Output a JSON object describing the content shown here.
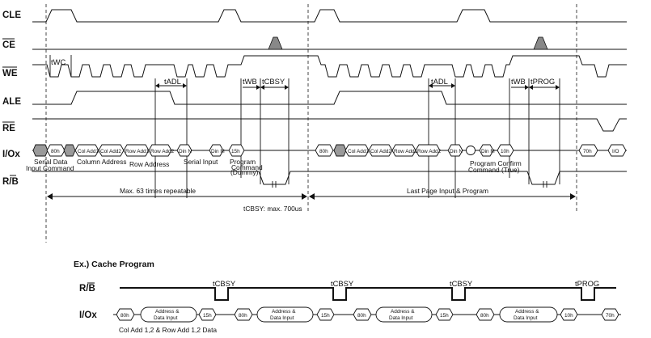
{
  "signals": {
    "cle": "CLE",
    "ce": "CE",
    "we": "WE",
    "ale": "ALE",
    "re": "RE",
    "io": "I/Ox",
    "rb": "R/B"
  },
  "timing": {
    "twc": "tWC",
    "tadl_1": "tADL",
    "twb_1": "tWB",
    "tcbsy_1": "tCBSY",
    "tadl_2": "tADL",
    "twb_2": "tWB",
    "tprog_1": "tPROG"
  },
  "bus_top": {
    "cmd_80_a": "80h",
    "col1_a": "Col Add1",
    "col2_a": "Col Add2",
    "row1_a": "Row Add1",
    "row2_a": "Row Add2",
    "din_a": "Din N",
    "dinm_a": "Din M",
    "cmd_15": "15h",
    "cmd_80_b": "80h",
    "col1_b": "Col Add1",
    "col2_b": "Col Add2",
    "row1_b": "Row Add1",
    "row2_b": "Row Add2",
    "din_b": "Din N",
    "dinm_b": "Din M",
    "cmd_10": "10h",
    "cmd_70": "70h",
    "io_out": "I/O"
  },
  "labels": {
    "serial_data_input_1": "Serial Data",
    "serial_data_input_2": "Input Command",
    "column_address": "Column Address",
    "row_address": "Row Address",
    "serial_input": "Serial Input",
    "program_command_1": "Program",
    "program_command_2": "Command",
    "program_command_3": "(Dummy)",
    "program_confirm_1": "Program Confirm",
    "program_confirm_2": "Command (True)",
    "repeat": "Max. 63 times repeatable",
    "last_page": "Last Page Input & Program",
    "tcbsy_max": "tCBSY: max. 700us"
  },
  "example": {
    "title": "Ex.) Cache Program",
    "rb": "R/B",
    "io": "I/Ox",
    "tcbsy_1": "tCBSY",
    "tcbsy_2": "tCBSY",
    "tcbsy_3": "tCBSY",
    "tprog": "tPROG",
    "h80_1": "80h",
    "addr_1a": "Address &",
    "addr_1b": "Data Input",
    "h15_1": "15h",
    "h80_2": "80h",
    "addr_2a": "Address &",
    "addr_2b": "Data Input",
    "h15_2": "15h",
    "h80_3": "80h",
    "addr_3a": "Address &",
    "addr_3b": "Data Input",
    "h15_3": "15h",
    "h80_4": "80h",
    "addr_4a": "Address &",
    "addr_4b": "Data Input",
    "h10": "10h",
    "h70": "70h",
    "footer": "Col Add 1,2 & Row Add 1,2 Data"
  }
}
